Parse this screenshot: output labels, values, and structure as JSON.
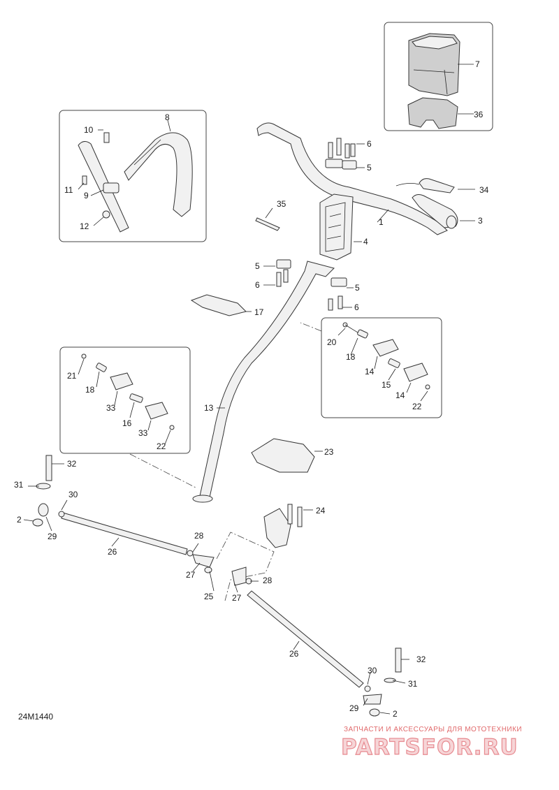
{
  "diagram_code": "24M1440",
  "watermark": {
    "tagline": "ЗАПЧАСТИ И АКСЕССУАРЫ ДЛЯ МОТОТЕХНИКИ",
    "brand": "PARTSFOR.RU"
  },
  "labels": {
    "p1": "1",
    "p2a": "2",
    "p2b": "2",
    "p3": "3",
    "p4": "4",
    "p5a": "5",
    "p5b": "5",
    "p5c": "5",
    "p6a": "6",
    "p6b": "6",
    "p6c": "6",
    "p7": "7",
    "p8": "8",
    "p9": "9",
    "p10": "10",
    "p11": "11",
    "p12": "12",
    "p13": "13",
    "p14a": "14",
    "p14b": "14",
    "p15": "15",
    "p16": "16",
    "p17": "17",
    "p18a": "18",
    "p18b": "18",
    "p20": "20",
    "p21": "21",
    "p22a": "22",
    "p22b": "22",
    "p23": "23",
    "p24": "24",
    "p25": "25",
    "p26a": "26",
    "p26b": "26",
    "p27a": "27",
    "p27b": "27",
    "p28a": "28",
    "p28b": "28",
    "p29a": "29",
    "p29b": "29",
    "p30a": "30",
    "p30b": "30",
    "p31a": "31",
    "p31b": "31",
    "p32a": "32",
    "p32b": "32",
    "p33a": "33",
    "p33b": "33",
    "p34": "34",
    "p35": "35",
    "p36": "36"
  }
}
